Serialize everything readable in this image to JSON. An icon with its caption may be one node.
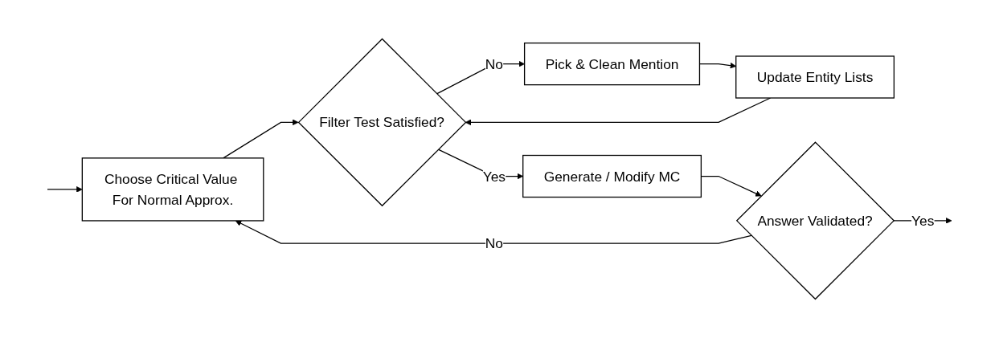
{
  "diagram": {
    "nodes": [
      {
        "text": [
          "Choose Critical Value For Normal Approx."
        ]
      },
      {
        "text": [
          "Filter Test Satisfied?"
        ]
      },
      {
        "text": [
          "Update Entity Lists"
        ]
      },
      {
        "text": [
          "Pick & Clean Mention"
        ]
      },
      {
        "text": [
          "Generate / Modify MC"
        ]
      },
      {
        "text": [
          "Answer Validated?"
        ]
      }
    ],
    "edges": [
      {
        "from": null,
        "to": 0,
        "arrow": "to"
      },
      {
        "from": 0,
        "to": 1,
        "arrow": "to"
      },
      {
        "from": 1,
        "to": 3,
        "arrow": "to",
        "label": "No"
      },
      {
        "from": 3,
        "to": 2,
        "arrow": "to"
      },
      {
        "from": 2,
        "to": 1,
        "arrow": "to"
      },
      {
        "from": 1,
        "to": 4,
        "arrow": "to",
        "label": "Yes"
      },
      {
        "from": 4,
        "to": 5,
        "arrow": "to"
      },
      {
        "from": 5,
        "to": 0,
        "arrow": "to",
        "label": "No"
      },
      {
        "from": 5,
        "to": null,
        "arrow": "to",
        "label": "Yes"
      }
    ]
  }
}
